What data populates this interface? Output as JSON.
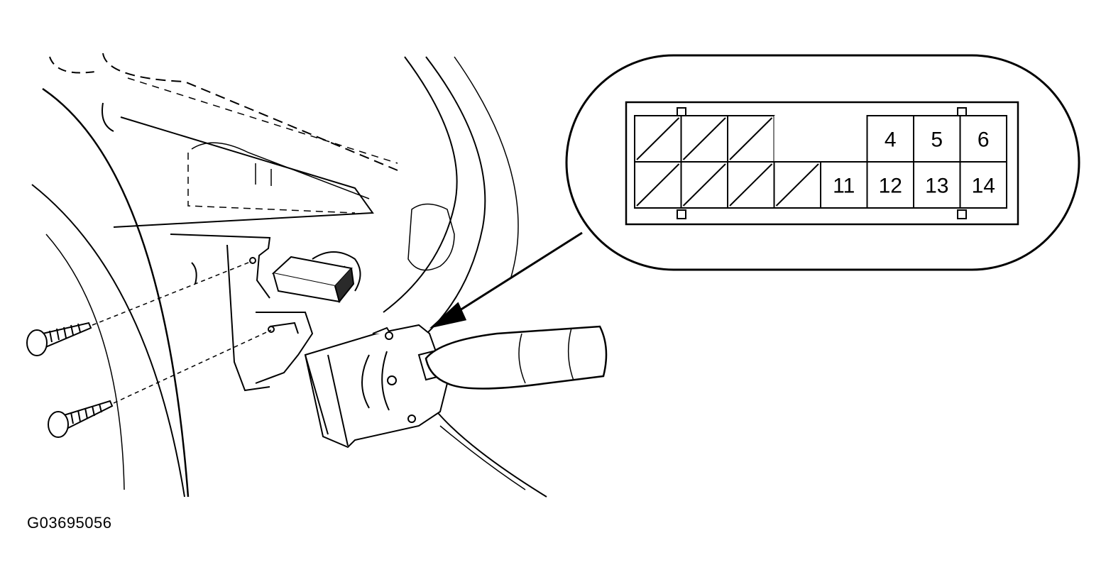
{
  "figure": {
    "id": "G03695056"
  },
  "connector": {
    "top_row": [
      {
        "label": "",
        "hatched": true
      },
      {
        "label": "",
        "hatched": true
      },
      {
        "label": "",
        "hatched": true
      },
      {
        "label": "",
        "hatched": false
      },
      {
        "label": "4",
        "hatched": false
      },
      {
        "label": "5",
        "hatched": false
      },
      {
        "label": "6",
        "hatched": false
      }
    ],
    "bottom_row": [
      {
        "label": "",
        "hatched": true
      },
      {
        "label": "",
        "hatched": true
      },
      {
        "label": "",
        "hatched": true
      },
      {
        "label": "",
        "hatched": true
      },
      {
        "label": "11",
        "hatched": false
      },
      {
        "label": "12",
        "hatched": false
      },
      {
        "label": "13",
        "hatched": false
      },
      {
        "label": "14",
        "hatched": false
      }
    ]
  }
}
